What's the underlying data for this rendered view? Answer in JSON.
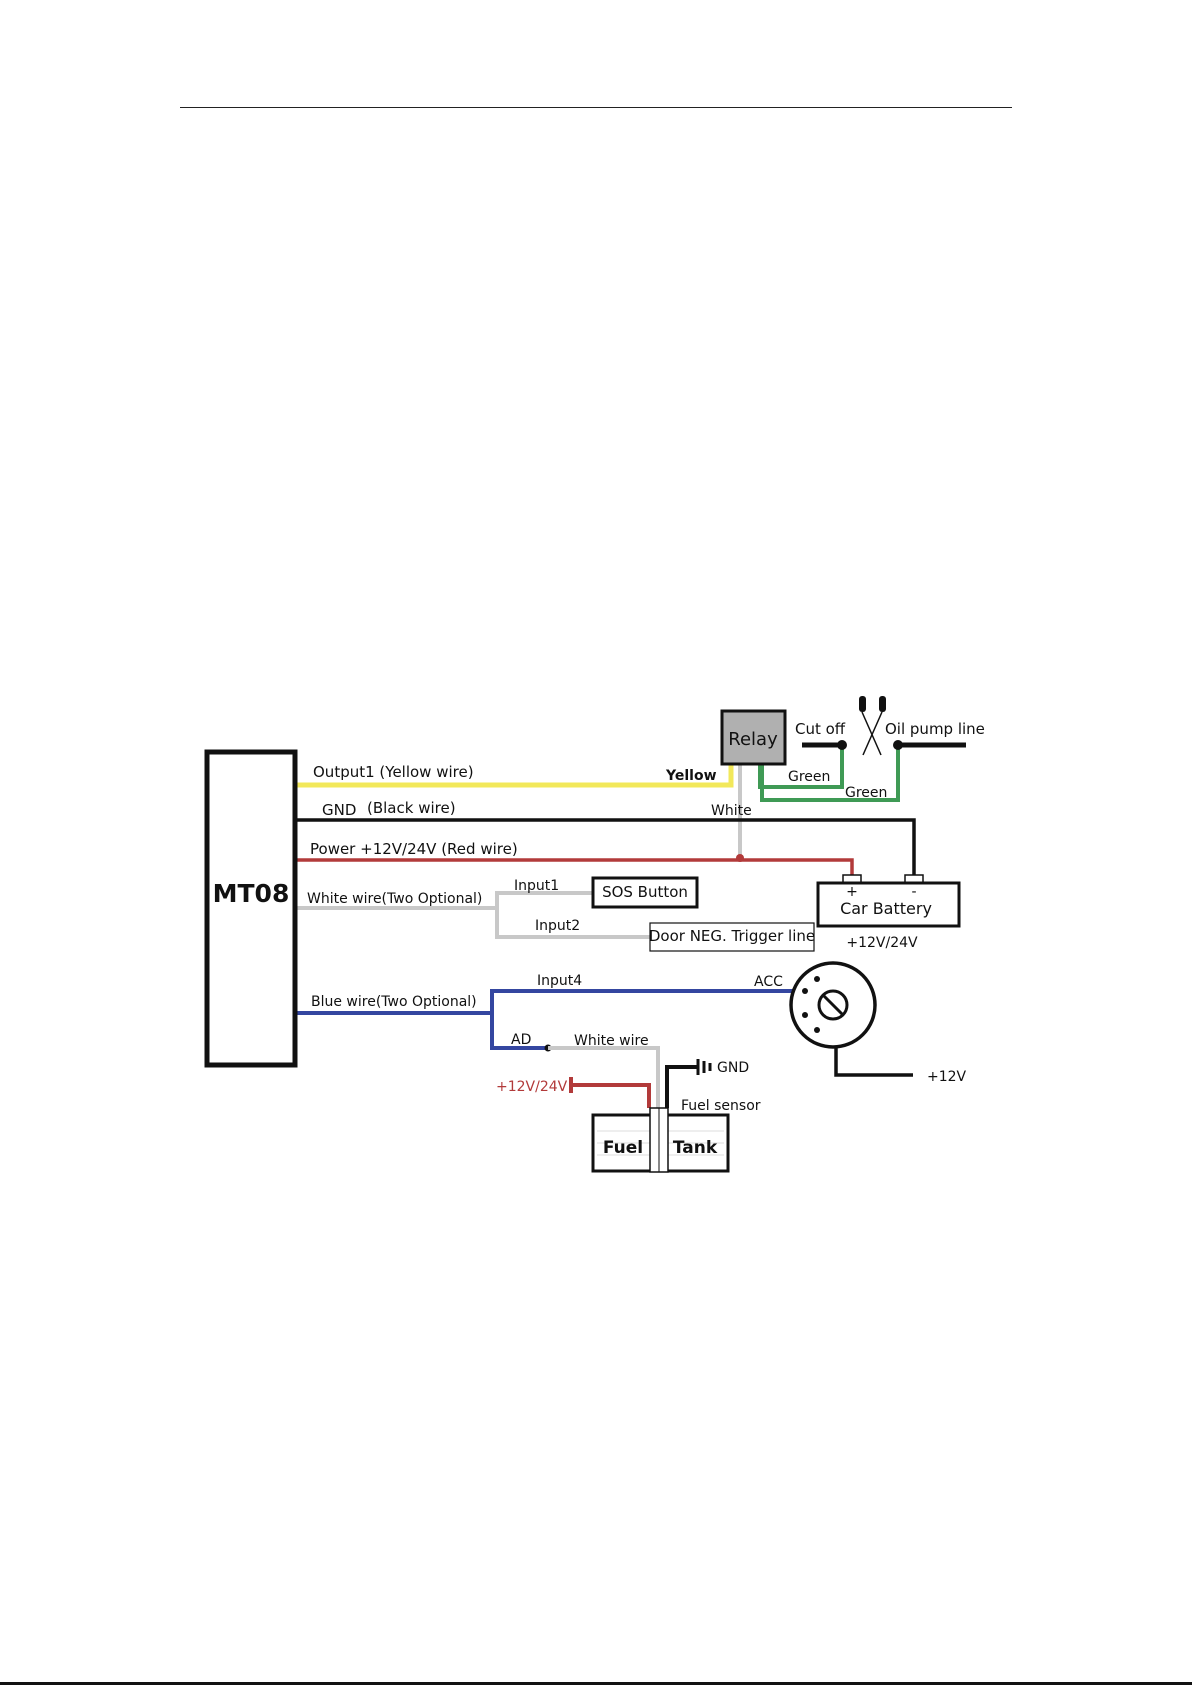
{
  "device": {
    "name": "MT08"
  },
  "relay": {
    "label": "Relay"
  },
  "labels": {
    "cut_off": "Cut off",
    "oil_pump_line": "Oil pump line",
    "green_1": "Green",
    "green_2": "Green",
    "yellow": "Yellow",
    "white_relay": "White",
    "output1": "Output1 (Yellow wire)",
    "gnd_prefix": "GND",
    "gnd_black": "(Black wire)",
    "power": "Power +12V/24V (Red wire)",
    "white_wire_two_optional": "White wire(Two Optional)",
    "input1": "Input1",
    "input2": "Input2",
    "sos_button": "SOS Button",
    "door_trigger": "Door NEG. Trigger line",
    "battery_plus": "+",
    "battery_minus": "-",
    "car_battery": "Car Battery",
    "battery_voltage": "+12V/24V",
    "blue_wire_two_optional": "Blue wire(Two Optional)",
    "input4": "Input4",
    "acc": "ACC",
    "ad": "AD",
    "white_wire": "White wire",
    "gnd": "GND",
    "ignition_12v": "+12V",
    "fuel_supply": "+12V/24V",
    "fuel_sensor": "Fuel sensor",
    "fuel": "Fuel",
    "tank": "Tank"
  },
  "colors": {
    "yellow_wire": "#f2e85a",
    "black_wire": "#111111",
    "red_wire": "#b23a3a",
    "white_wire": "#c8c8c8",
    "blue_wire": "#3446a0",
    "green_wire": "#3f9a55",
    "relay_fill": "#b0b0b0"
  }
}
